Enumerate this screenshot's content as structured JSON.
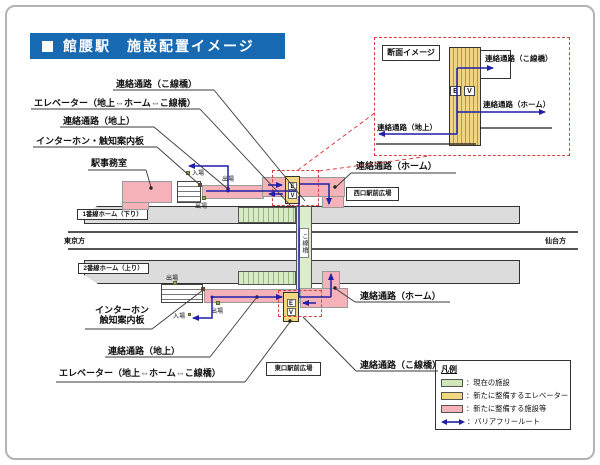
{
  "title": {
    "bullet": "■",
    "text": "館腰駅　施設配置イメージ"
  },
  "colors": {
    "title_bar": "#1769b2",
    "existing_facility_green": "#cfe6b8",
    "new_elevator_yellow": "#f1d77e",
    "new_facility_pink": "#f5b3b9",
    "barrier_free_route_blue": "#1f1fa8",
    "platform_gray": "#dcdcdc",
    "callout_red_dash": "#d64040"
  },
  "cross_section": {
    "title": "断面イメージ",
    "ev": [
      "E",
      "V"
    ],
    "labels": {
      "kosenkyo": "連絡通路（こ線橋）",
      "home": "連絡通路（ホーム）",
      "chijo": "連絡通路（地上）"
    }
  },
  "callouts": {
    "n_kosenkyo": "連絡通路（こ線橋）",
    "n_elevator": "エレベーター（地上⇔ホーム⇔こ線橋）",
    "n_chijo": "連絡通路（地上）",
    "n_interphone": "インターホン・触知案内板",
    "office": "駅事務室",
    "n_home": "連絡通路（ホーム）",
    "s_home": "連絡通路（ホーム）",
    "s_interphone_1": "インターホン",
    "s_interphone_2": "触知案内板",
    "s_chijo": "連絡通路（地上）",
    "s_elevator": "エレベーター（地上⇔ホーム⇔こ線橋）",
    "s_kosenkyo": "連絡通路（こ線橋）"
  },
  "station": {
    "platform1": "1番線ホーム（下り）",
    "platform2": "2番線ホーム（上り）",
    "dir_left": "東京方",
    "dir_right": "仙台方",
    "plaza_west": "西口駅前広場",
    "plaza_east": "東口駅前広場",
    "kosenkyo_vertical": "こ線橋",
    "ev": [
      "E",
      "V"
    ],
    "gate_in": "入場",
    "gate_out": "出場"
  },
  "legend": {
    "title": "凡例",
    "items": [
      {
        "swatch": "green",
        "label": "：現在の施設"
      },
      {
        "swatch": "yellow",
        "label": "：新たに整備するエレベーター"
      },
      {
        "swatch": "pink",
        "label": "：新たに整備する施設等"
      },
      {
        "swatch": "arrow",
        "label": "：バリアフリールート"
      }
    ]
  }
}
